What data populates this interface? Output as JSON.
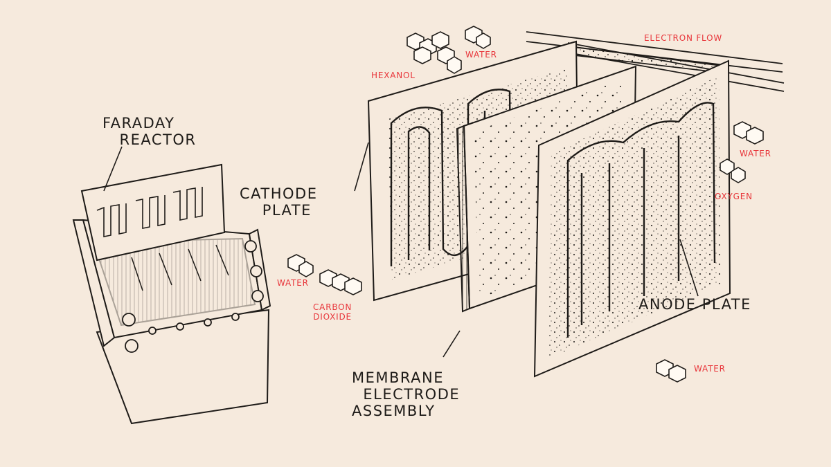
{
  "title": "",
  "colors": {
    "background": "#f6eadd",
    "ink": "#1e1b18",
    "accent": "#e8353a"
  },
  "labels": {
    "faraday_reactor": "FARADAY\n   REACTOR",
    "cathode_plate": "CATHODE\n    PLATE",
    "membrane_electrode_assembly": "MEMBRANE\n  ELECTRODE\nASSEMBLY",
    "anode_plate": "ANODE PLATE"
  },
  "molecules": {
    "hexanol": "HEXANOL",
    "water_top": "WATER",
    "electron_flow": "ELECTRON FLOW",
    "water_right": "WATER",
    "oxygen": "OXYGEN",
    "water_left": "WATER",
    "carbon_dioxide": "CARBON\nDIOXIDE",
    "water_bottom": "WATER"
  }
}
